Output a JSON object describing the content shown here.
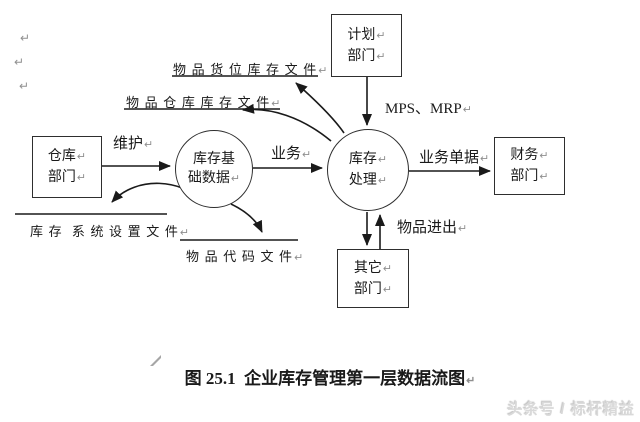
{
  "marks": {
    "return": "↵"
  },
  "paragraph_marks": {
    "p1": "↵",
    "p2": "↵",
    "p3": "↵"
  },
  "nodes": {
    "warehouse": {
      "line1": "仓库",
      "line2": "部门"
    },
    "plan": {
      "line1": "计划",
      "line2": "部门"
    },
    "finance": {
      "line1": "财务",
      "line2": "部门"
    },
    "other": {
      "line1": "其它",
      "line2": "部门"
    },
    "inv_base": {
      "line1": "库存基",
      "line2": "础数据"
    },
    "inv_proc": {
      "line1": "库存",
      "line2": "处理"
    }
  },
  "stores": {
    "item_location_inventory_file": "物 品 货 位 库 存 文 件",
    "item_warehouse_inventory_file": "物 品 仓 库 库 存 文 件",
    "inventory_system_settings_file": "库 存  系 统 设 置 文 件",
    "item_code_file": "物 品 代 码 文 件"
  },
  "flows": {
    "maintain": "维护",
    "business": "业务",
    "mps_mrp": "MPS、MRP",
    "business_documents": "业务单据",
    "items_in_out": "物品进出"
  },
  "caption": "图 25.1  企业库存管理第一层数据流图",
  "watermark": "头条号 / 标杆精益",
  "colors": {
    "line": "#1a1a1a",
    "mark": "#8f8f8f",
    "watermark": "#d9d9d9"
  }
}
